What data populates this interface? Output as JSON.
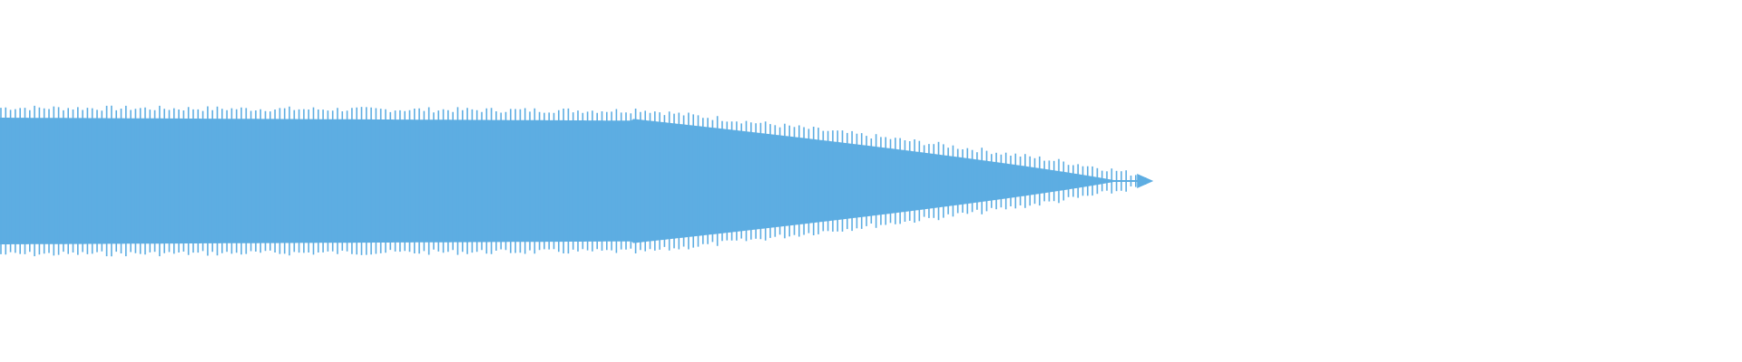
{
  "waveform": {
    "color": "#5dade2",
    "background": "#ffffff",
    "played_fraction": 0.66,
    "envelope_shape": "sustained-then-tapering",
    "audio_length_fraction": 0.66
  }
}
